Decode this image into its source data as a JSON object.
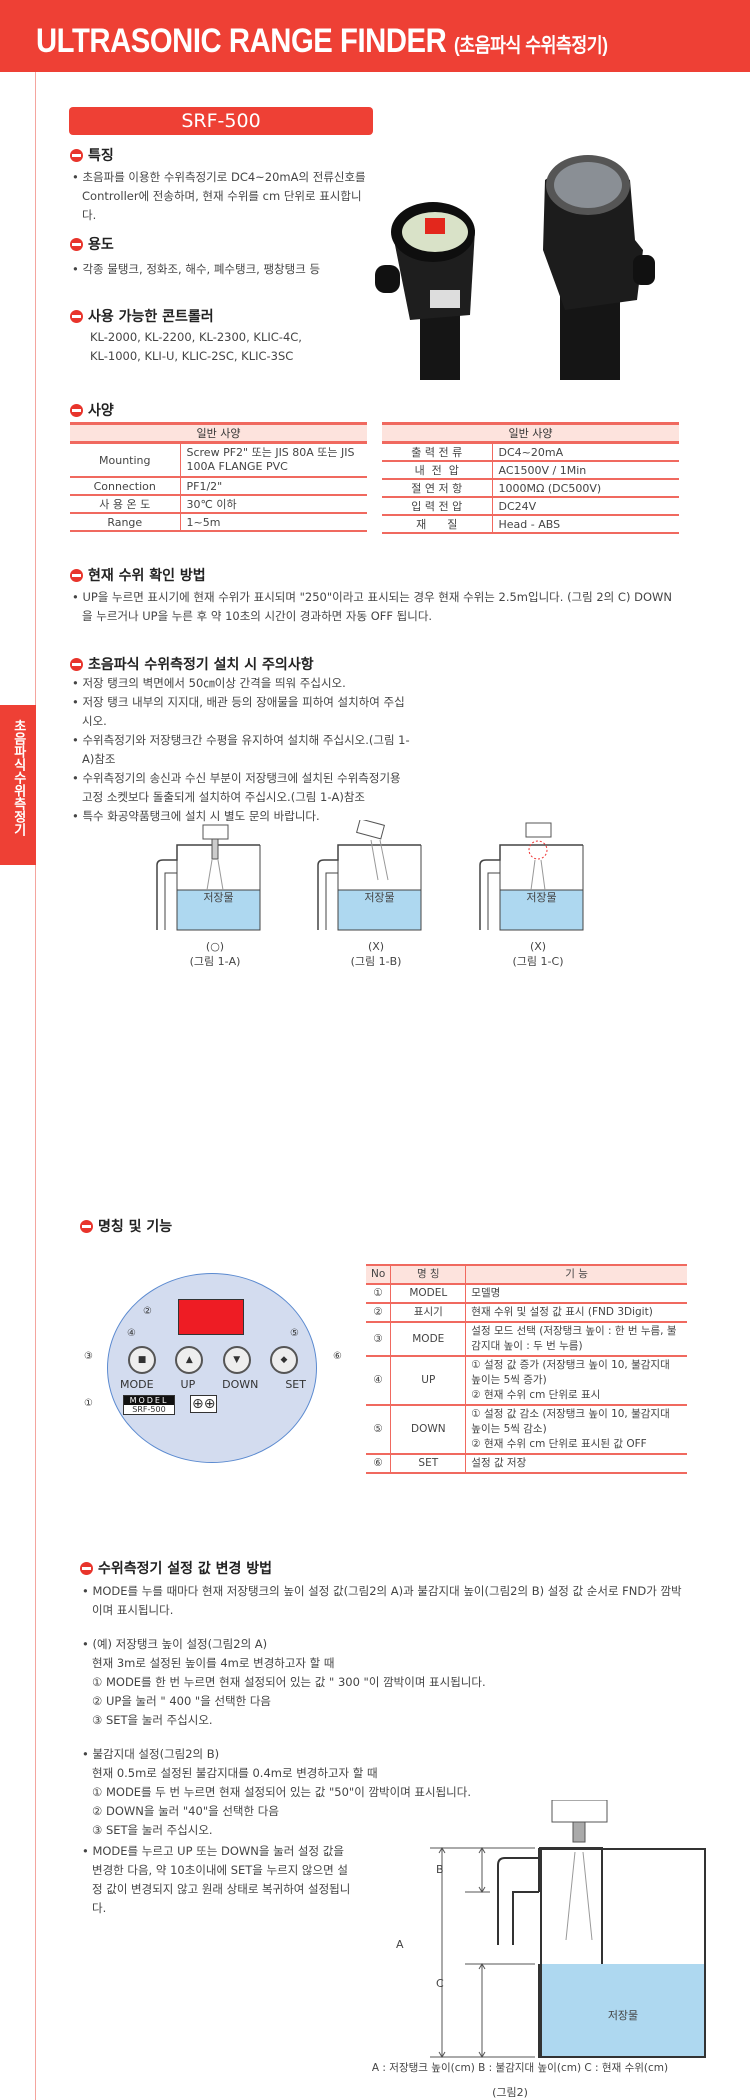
{
  "header": {
    "title": "ULTRASONIC RANGE FINDER",
    "subtitle": "(초음파식 수위측정기)"
  },
  "side_tab": "초음파식수위측정기",
  "model_banner": "SRF-500",
  "features": {
    "title": "특징",
    "bullets": [
      "초음파를 이용한 수위측정기로 DC4~20mA의 전류신호를 Controller에 전송하며, 현재 수위를 cm 단위로 표시합니다."
    ]
  },
  "usage": {
    "title": "용도",
    "bullets": [
      "각종 물탱크, 정화조, 해수, 폐수탱크, 팽창탱크 등"
    ]
  },
  "controllers": {
    "title": "사용 가능한 콘트롤러",
    "lines": [
      "KL-2000, KL-2200, KL-2300, KLIC-4C,",
      "KL-1000, KLI-U, KLIC-2SC, KLIC-3SC"
    ]
  },
  "spec": {
    "title": "사양",
    "left": {
      "header": "일반 사양",
      "rows": [
        [
          "Mounting",
          "Screw PF2\" 또는 JIS 80A 또는 JIS 100A FLANGE PVC"
        ],
        [
          "Connection",
          "PF1/2\""
        ],
        [
          "사 용 온 도",
          "30℃ 이하"
        ],
        [
          "Range",
          "1~5m"
        ]
      ]
    },
    "right": {
      "header": "일반 사양",
      "rows": [
        [
          "출 력 전 류",
          "DC4~20mA"
        ],
        [
          "내  전  압",
          "AC1500V / 1Min"
        ],
        [
          "절 연 저 항",
          "1000MΩ (DC500V)"
        ],
        [
          "입 력 전 압",
          "DC24V"
        ],
        [
          "재      질",
          "Head - ABS"
        ]
      ]
    }
  },
  "check": {
    "title": "현재 수위 확인 방법",
    "bullets": [
      "UP을 누르면 표시기에 현재 수위가 표시되며 \"250\"이라고 표시되는 경우 현재 수위는 2.5m입니다. (그림 2의 C) DOWN을 누르거나 UP을 누른 후 약 10초의 시간이 경과하면 자동 OFF 됩니다."
    ]
  },
  "caution": {
    "title": "초음파식 수위측정기 설치 시 주의사항",
    "bullets": [
      "저장 탱크의 벽면에서 50㎝이상 간격을 띄워 주십시오.",
      "저장 탱크 내부의 지지대, 배관 등의 장애물을 피하여 설치하여 주십시오.",
      "수위측정기와 저장탱크간 수평을 유지하여 설치해 주십시오.(그림 1-A)참조",
      "수위측정기의 송신과 수신 부분이 저장탱크에 설치된 수위측정기용 고정 소켓보다  돌출되게 설치하여 주십시오.(그림 1-A)참조",
      "특수 화공약품탱크에 설치 시 별도 문의 바랍니다."
    ]
  },
  "fig1": [
    {
      "liquid": "저장물",
      "mark": "(○)",
      "caption": "(그림 1-A)"
    },
    {
      "liquid": "저장물",
      "mark": "(X)",
      "caption": "(그림 1-B)"
    },
    {
      "liquid": "저장물",
      "mark": "(X)",
      "caption": "(그림 1-C)"
    }
  ],
  "names": {
    "title": "명칭 및 기능",
    "panel": {
      "buttons": [
        "MODE",
        "UP",
        "DOWN",
        "SET"
      ],
      "model_label": "MODEL",
      "model_value": "SRF-500",
      "callouts": [
        "①",
        "②",
        "③",
        "④",
        "⑤",
        "⑥"
      ]
    },
    "table": {
      "headers": [
        "No",
        "명  칭",
        "기          능"
      ],
      "rows": [
        [
          "①",
          "MODEL",
          "모델명"
        ],
        [
          "②",
          "표시기",
          "현재 수위 및 설정 값 표시 (FND 3Digit)"
        ],
        [
          "③",
          "MODE",
          "설정 모드 선택 (저장탱크 높이 : 한 번 누름, 불감지대 높이 : 두 번 누름)"
        ],
        [
          "④",
          "UP",
          "① 설정 값 증가 (저장탱크 높이 10, 불감지대 높이는 5씩 증가)",
          "② 현재 수위 cm 단위로 표시"
        ],
        [
          "⑤",
          "DOWN",
          "① 설정 값 감소 (저장탱크 높이 10, 불감지대 높이는 5씩 감소)",
          "② 현재 수위 cm 단위로 표시된 값 OFF"
        ],
        [
          "⑥",
          "SET",
          "설정 값 저장"
        ]
      ]
    }
  },
  "setting": {
    "title": "수위측정기 설정 값 변경 방법",
    "p1": "MODE를 누를 때마다 현재 저장탱크의 높이 설정 값(그림2의 A)과 불감지대 높이(그림2의 B) 설정 값 순서로 FND가 깜박이며 표시됩니다.",
    "p2": [
      "(예) 저장탱크 높이 설정(그림2의 A)",
      "현재 3m로 설정된 높이를 4m로 변경하고자 할 때",
      "① MODE를 한 번 누르면 현재 설정되어 있는 값 \" 300 \"이 깜박이며 표시됩니다.",
      "② UP을 눌러 \" 400 \"을 선택한 다음",
      "③ SET을 눌러 주십시오."
    ],
    "p3": [
      "불감지대 설정(그림2의 B)",
      "현재 0.5m로 설정된 불감지대를 0.4m로 변경하고자 할 때",
      "① MODE를 두 번 누르면 현재 설정되어 있는 값 \"50\"이 깜박이며 표시됩니다.",
      "② DOWN을 눌러 \"40\"을 선택한 다음",
      "③ SET을 눌러 주십시오."
    ],
    "p4": "MODE를 누르고 UP 또는 DOWN을 눌러 설정 값을 변경한 다음, 약 10초이내에 SET을 누르지 않으면 설정 값이 변경되지 않고 원래 상태로 복귀하여 설정됩니다."
  },
  "fig2": {
    "labels": [
      "A",
      "B",
      "C"
    ],
    "liquid": "저장물",
    "legend": "A : 저장탱크 높이(cm)  B : 불감지대 높이(cm)  C : 현재 수위(cm)",
    "caption": "(그림2)"
  }
}
